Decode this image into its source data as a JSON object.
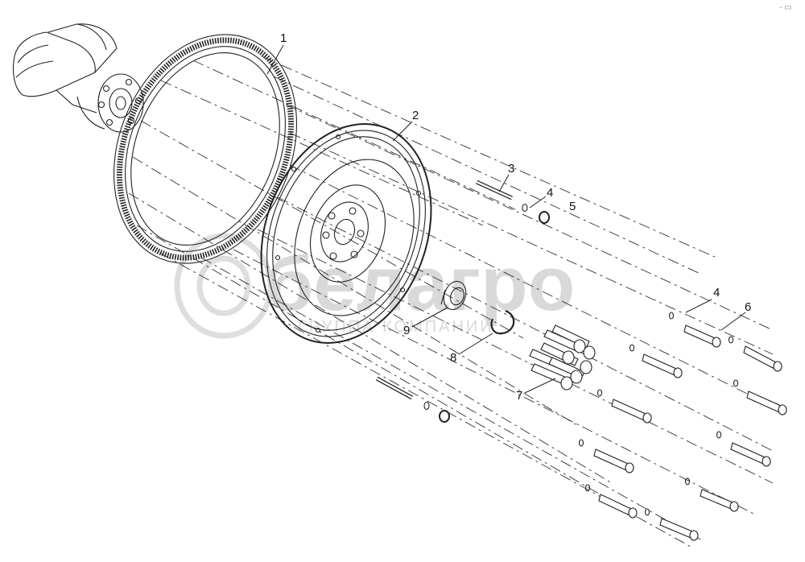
{
  "watermark": {
    "brand": "белагро",
    "tagline": "ГРУППА КОМПАНИЙ"
  },
  "corner_mark": "- ▭",
  "callouts": [
    {
      "id": "c1",
      "text": "1"
    },
    {
      "id": "c2",
      "text": "2"
    },
    {
      "id": "c3",
      "text": "3"
    },
    {
      "id": "c4a",
      "text": "4"
    },
    {
      "id": "c5",
      "text": "5"
    },
    {
      "id": "c4b",
      "text": "4"
    },
    {
      "id": "c6",
      "text": "6"
    },
    {
      "id": "c7",
      "text": "7"
    },
    {
      "id": "c8",
      "text": "8"
    },
    {
      "id": "c9",
      "text": "9"
    }
  ]
}
